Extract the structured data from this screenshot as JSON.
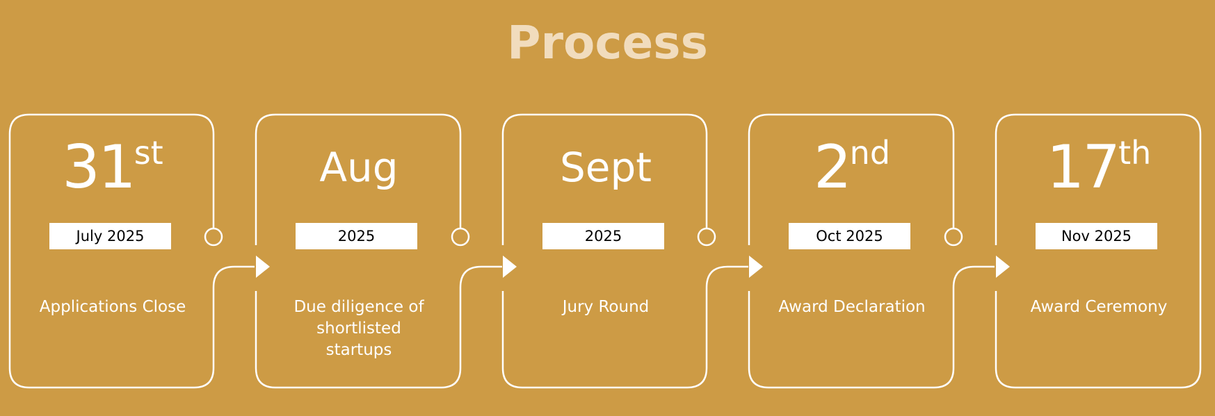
{
  "title": "Process",
  "colors": {
    "background": "#cd9b45",
    "title": "#f1dcbd",
    "outline": "#ffffff",
    "date_box": "#ffffff"
  },
  "steps": [
    {
      "day": "31",
      "suffix": "st",
      "date": "July 2025",
      "label": "Applications Close"
    },
    {
      "day": "Aug",
      "suffix": "",
      "date": "2025",
      "label": "Due diligence of shortlisted startups"
    },
    {
      "day": "Sept",
      "suffix": "",
      "date": "2025",
      "label": "Jury Round"
    },
    {
      "day": "2",
      "suffix": "nd",
      "date": "Oct 2025",
      "label": "Award Declaration"
    },
    {
      "day": "17",
      "suffix": "th",
      "date": "Nov 2025",
      "label": "Award Ceremony"
    }
  ]
}
